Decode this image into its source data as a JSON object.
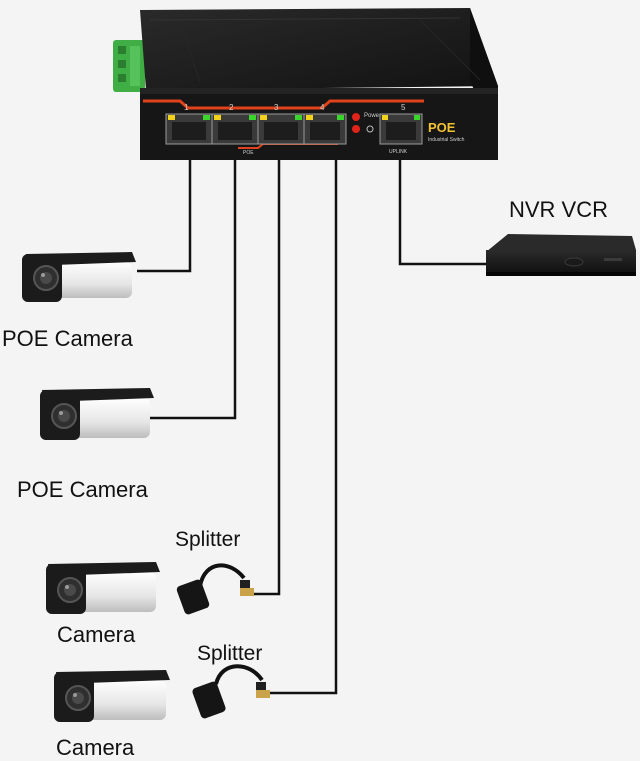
{
  "switch": {
    "ports": [
      "1",
      "2",
      "3",
      "4",
      "5"
    ],
    "power_label": "Power",
    "brand": "POE",
    "subtitle": "Industrial Switch",
    "uplink_label": "UPLINK",
    "poe_label": "POE"
  },
  "nvr": {
    "label": "NVR VCR"
  },
  "devices": [
    {
      "label": "POE Camera"
    },
    {
      "label": "POE Camera"
    },
    {
      "label": "Camera",
      "splitter_label": "Splitter"
    },
    {
      "label": "Camera",
      "splitter_label": "Splitter"
    }
  ],
  "colors": {
    "background": "#f4f4f4",
    "switch_body": "#1a1a1a",
    "accent": "#e0421b",
    "led_green": "#39d52a",
    "led_yellow": "#f2d21a",
    "cable": "#111111"
  }
}
